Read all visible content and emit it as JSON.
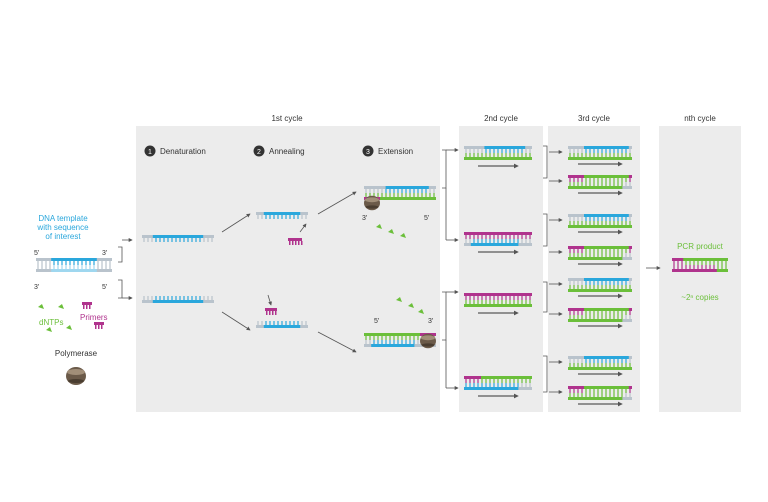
{
  "header": {
    "cycle1": "1st cycle",
    "cycle2": "2nd cycle",
    "cycle3": "3rd cycle",
    "cyclen": "nth cycle"
  },
  "steps": [
    {
      "num": "1",
      "label": "Denaturation"
    },
    {
      "num": "2",
      "label": "Annealing"
    },
    {
      "num": "3",
      "label": "Extension"
    }
  ],
  "left": {
    "template_line1": "DNA template",
    "template_line2": "with sequence",
    "template_line3": "of interest",
    "dntps": "dNTPs",
    "primers": "Primers",
    "polymerase": "Polymerase",
    "five_prime": "5'",
    "three_prime": "3'"
  },
  "product": {
    "title": "PCR product",
    "copies": "~2ⁿ copies"
  },
  "colors": {
    "panel": "#ececec",
    "blue": "#2aa7dc",
    "light_blue": "#9fd7ef",
    "grey_strand": "#b9c3cc",
    "green": "#6bbf3a",
    "magenta": "#b0338d",
    "dark": "#3b3b3b",
    "polymerase": "#6b5a49"
  }
}
